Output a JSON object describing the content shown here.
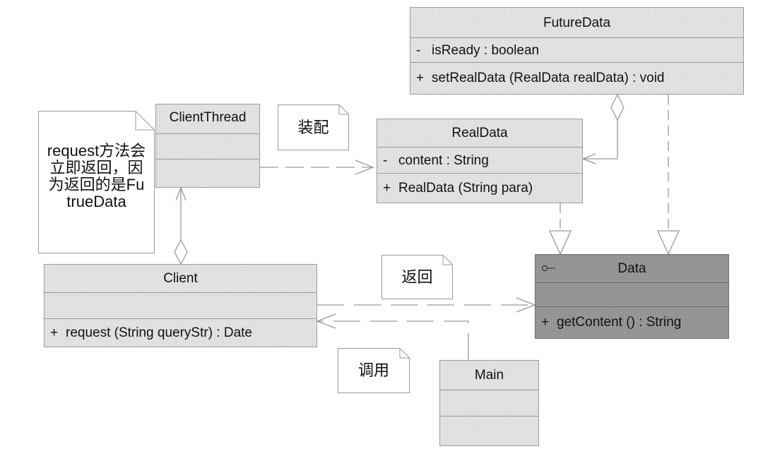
{
  "classes": {
    "future_data": {
      "name": "FutureData",
      "attribute": "isReady   : boolean",
      "attribute_vis": "-",
      "operation": "setRealData (RealData realData)   : void",
      "operation_vis": "+"
    },
    "client_thread": {
      "name": "ClientThread"
    },
    "real_data": {
      "name": "RealData",
      "attribute": "content   : String",
      "attribute_vis": "-",
      "operation": "RealData (String para)",
      "operation_vis": "+"
    },
    "data": {
      "name": "Data",
      "stereotype_icon": "interface-circle-icon",
      "operation": "getContent ()   : String",
      "operation_vis": "+"
    },
    "client": {
      "name": "Client",
      "operation": "request (String queryStr)   : Date",
      "operation_vis": "+"
    },
    "main": {
      "name": "Main"
    }
  },
  "notes": {
    "request_note": [
      "request方法会",
      "立即返回，因",
      "为返回的是Fu",
      "trueData"
    ],
    "assemble": "装配",
    "return": "返回",
    "invoke": "调用"
  },
  "colors": {
    "class_fill": "#e6e6e6",
    "interface_fill": "#9c9c9c",
    "line": "#9a9a9a"
  }
}
